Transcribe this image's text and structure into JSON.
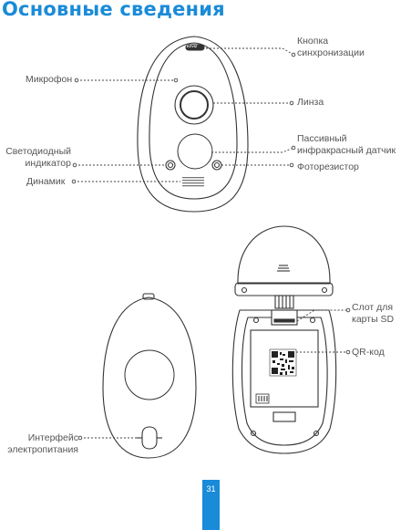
{
  "page": {
    "title": "Основные сведения",
    "page_number": "31"
  },
  "front_view": {
    "sync_button": "Кнопка\nсинхронизации",
    "microphone": "Микрофон",
    "lens": "Линза",
    "pir_sensor": "Пассивный\nинфракрасный датчик",
    "led_indicator": "Светодиодный\nиндикатор",
    "photoresistor": "Фоторезистор",
    "speaker": "Динамик",
    "brand_mark": "EZVIZ"
  },
  "back_view": {
    "power_interface": "Интерфейс\nэлектропитания"
  },
  "open_view": {
    "sd_slot": "Слот для\nкарты SD",
    "qr_code": "QR-код"
  }
}
